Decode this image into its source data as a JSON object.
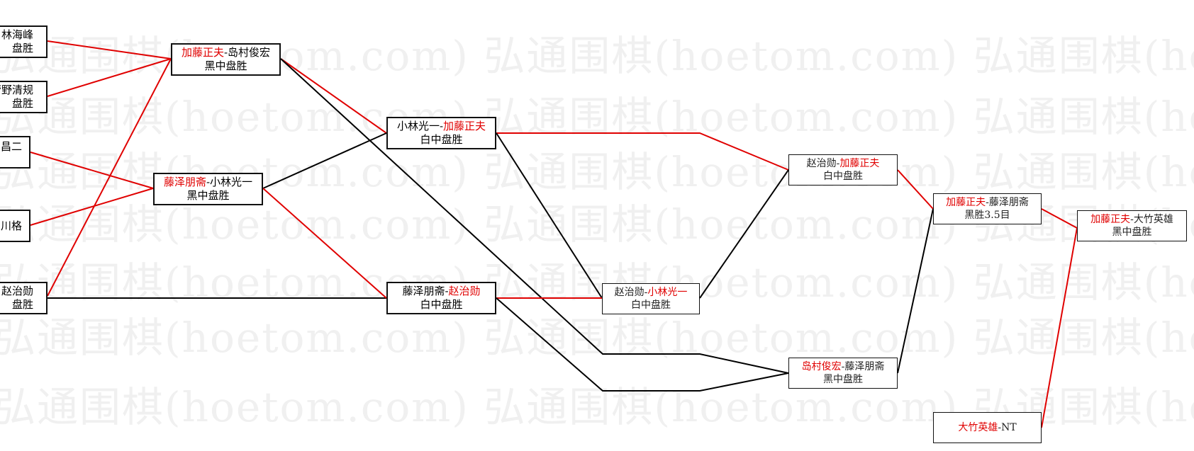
{
  "watermark_text": "弘通围棋(hoetom.com) 弘通围棋(hoetom.com) 弘通围棋(hoetom.com)",
  "colors": {
    "winner": "#e00000",
    "loser_line": "#000000",
    "winner_line": "#e00000"
  },
  "left_edge": [
    {
      "line1": "林海峰",
      "line2": "盘胜"
    },
    {
      "line1": "菅野清规",
      "line2": "盘胜"
    },
    {
      "line1": "昌二",
      "line2": ""
    },
    {
      "line1": "川格",
      "line2": ""
    },
    {
      "line1": "赵治勋",
      "line2": "盘胜"
    }
  ],
  "matches": {
    "r1_a": {
      "p1": "加藤正夫",
      "sep": "-",
      "p2": "岛村俊宏",
      "result": "黑中盘胜",
      "winner": 1
    },
    "r1_b": {
      "p1": "藤泽朋斋",
      "sep": "-",
      "p2": "小林光一",
      "result": "黑中盘胜",
      "winner": 1
    },
    "r2_a": {
      "p1": "小林光一",
      "sep": "-",
      "p2": "加藤正夫",
      "result": "白中盘胜",
      "winner": 2
    },
    "r2_b": {
      "p1": "藤泽朋斋",
      "sep": "-",
      "p2": "赵治勋",
      "result": "白中盘胜",
      "winner": 2
    },
    "r3_a": {
      "p1": "赵治勋",
      "sep": "-",
      "p2": "小林光一",
      "result": "白中盘胜",
      "winner": 2
    },
    "r4_a": {
      "p1": "赵治勋",
      "sep": "-",
      "p2": "加藤正夫",
      "result": "白中盘胜",
      "winner": 2
    },
    "r4_b": {
      "p1": "岛村俊宏",
      "sep": "-",
      "p2": "藤泽朋斋",
      "result": "黑中盘胜",
      "winner": 1
    },
    "r5_a": {
      "p1": "加藤正夫",
      "sep": "-",
      "p2": "藤泽朋斋",
      "result": "黑胜3.5目",
      "winner": 1
    },
    "r5_b": {
      "p1": "大竹英雄",
      "sep": "-",
      "p2": "NT",
      "result": "",
      "winner": 1
    },
    "final": {
      "p1": "加藤正夫",
      "sep": "-",
      "p2": "大竹英雄",
      "result": "黑中盘胜",
      "winner": 1
    }
  }
}
